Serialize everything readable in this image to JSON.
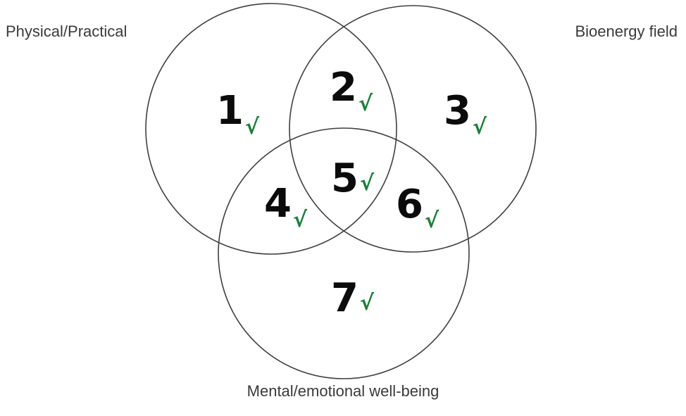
{
  "diagram": {
    "type": "venn",
    "check_glyph": "√",
    "sets": [
      {
        "label": "Physical/Practical",
        "position": "top-left"
      },
      {
        "label": "Bioenergy field",
        "position": "top-right"
      },
      {
        "label": "Mental/emotional well-being",
        "position": "bottom"
      }
    ],
    "regions": [
      {
        "number": "1",
        "membership": "Physical/Practical only",
        "checked": true
      },
      {
        "number": "2",
        "membership": "Physical/Practical ∩ Bioenergy field",
        "checked": true
      },
      {
        "number": "3",
        "membership": "Bioenergy field only",
        "checked": true
      },
      {
        "number": "4",
        "membership": "Physical/Practical ∩ Mental/emotional well-being",
        "checked": true
      },
      {
        "number": "5",
        "membership": "All three sets",
        "checked": true
      },
      {
        "number": "6",
        "membership": "Bioenergy field ∩ Mental/emotional well-being",
        "checked": true
      },
      {
        "number": "7",
        "membership": "Mental/emotional well-being only",
        "checked": true
      }
    ],
    "colors": {
      "check_green": "#1a8038",
      "circle_stroke": "#3f3f3f",
      "label_text": "#3a3a3a",
      "number_text": "#0b0b0b"
    }
  }
}
